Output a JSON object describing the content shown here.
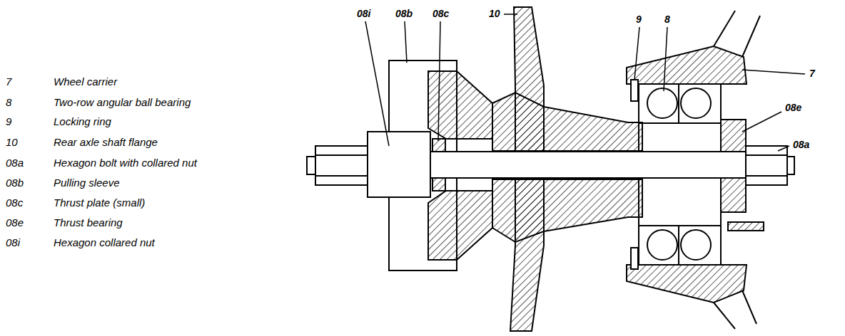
{
  "diagram": {
    "labels": [
      "7",
      "Wheel carrier",
      "8",
      "Two-row angular ball bearing",
      "9",
      "Locking ring",
      "10",
      "Rear axle shaft flange",
      "08a",
      "Hexagon bolt with collared nut",
      "08b",
      "Pulling sleeve",
      "08c",
      "Thrust plate (small)",
      "08e",
      "Thrust bearing",
      "08i",
      "Hexagon collared nut",
      "08i",
      "08b",
      "08c",
      "10",
      "9",
      "8",
      "7",
      "08e",
      "08a"
    ]
  }
}
